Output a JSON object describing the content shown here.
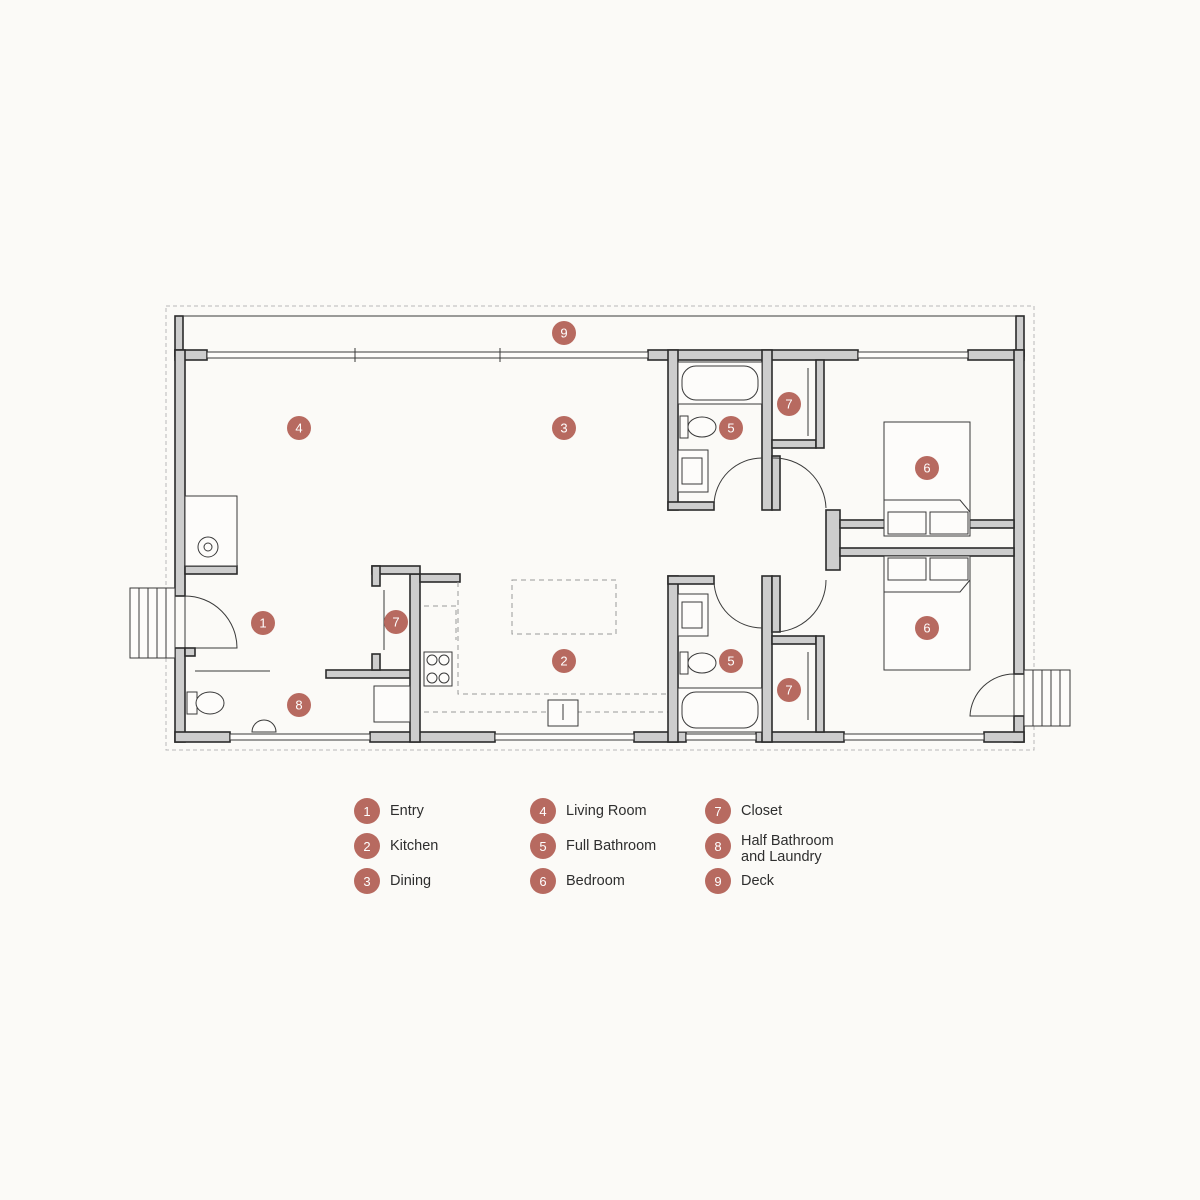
{
  "rooms": [
    {
      "num": "1",
      "label": "Entry"
    },
    {
      "num": "2",
      "label": "Kitchen"
    },
    {
      "num": "3",
      "label": "Dining"
    },
    {
      "num": "4",
      "label": "Living Room"
    },
    {
      "num": "5",
      "label": "Full Bathroom"
    },
    {
      "num": "6",
      "label": "Bedroom"
    },
    {
      "num": "7",
      "label": "Closet"
    },
    {
      "num": "8",
      "label": "Half Bathroom\nand Laundry"
    },
    {
      "num": "9",
      "label": "Deck"
    }
  ],
  "colors": {
    "badge": "#b76a60",
    "wall": "#cdcdcd",
    "background": "#fbfaf7"
  }
}
